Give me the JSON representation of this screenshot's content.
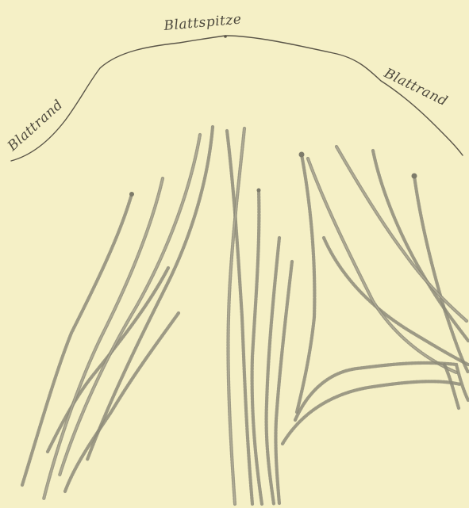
{
  "figure": {
    "background_color": "#f5f0c6",
    "ink_color": "#5a5548",
    "hyphae_color": "#8d8b79",
    "labels": {
      "leaf_tip": "Blattspitze",
      "leaf_margin_left": "Blattrand",
      "leaf_margin_right": "Blattrand"
    }
  }
}
